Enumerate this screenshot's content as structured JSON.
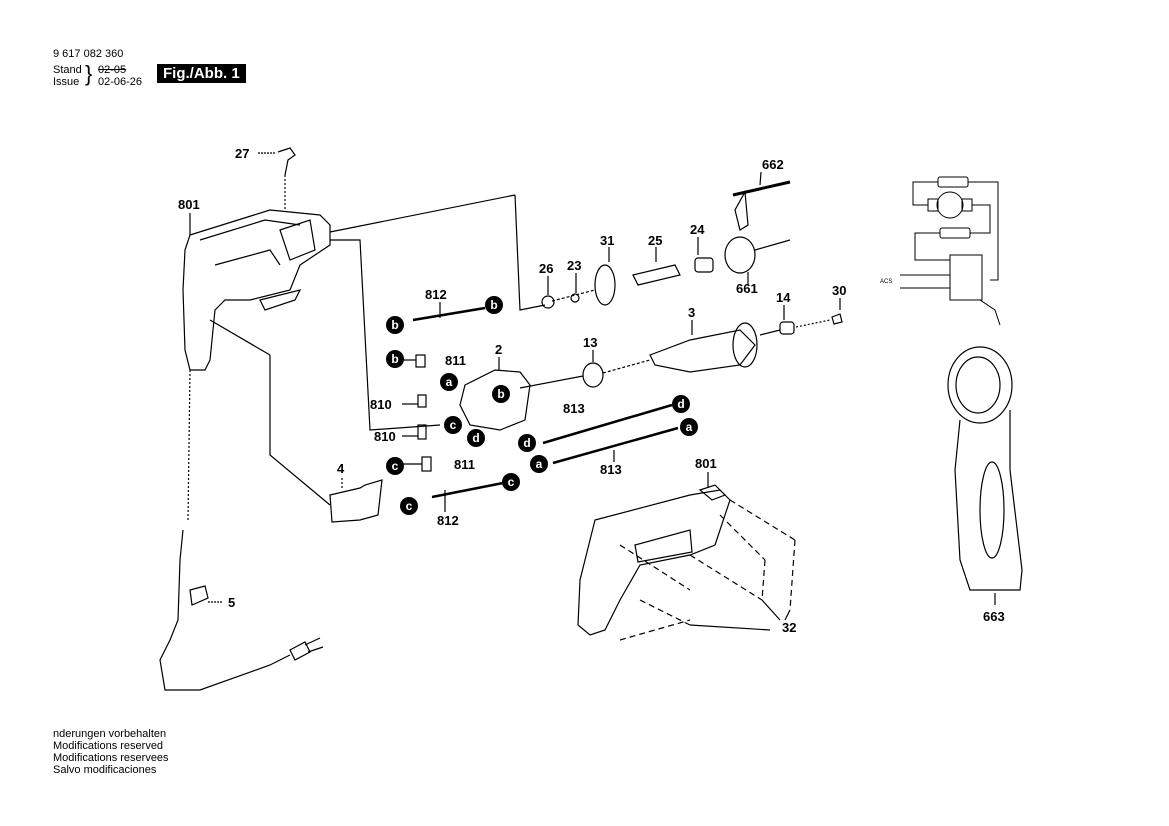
{
  "header": {
    "doc_number": "9 617 082 360",
    "stand_label": "Stand",
    "issue_label": "Issue",
    "stand_value": "02-05",
    "issue_value": "02-06-26",
    "figure_label": "Fig./Abb. 1"
  },
  "footer": {
    "lines": [
      "nderungen vorbehalten",
      "Modifications reserved",
      "Modifications reservees",
      "Salvo modificaciones"
    ]
  },
  "callouts": {
    "p27": "27",
    "p801a": "801",
    "p662": "662",
    "p31": "31",
    "p25": "25",
    "p24": "24",
    "p26": "26",
    "p23": "23",
    "p661": "661",
    "p812a": "812",
    "p14": "14",
    "p30": "30",
    "p3": "3",
    "p2": "2",
    "p13": "13",
    "p811a": "811",
    "p810a": "810",
    "p810b": "810",
    "p813a": "813",
    "p813b": "813",
    "p4": "4",
    "p811b": "811",
    "p812b": "812",
    "p801b": "801",
    "p5": "5",
    "p32": "32",
    "p663": "663"
  },
  "badges": {
    "a": "a",
    "b": "b",
    "c": "c",
    "d": "d"
  },
  "circuit": {
    "voltage_label": "ACS"
  }
}
